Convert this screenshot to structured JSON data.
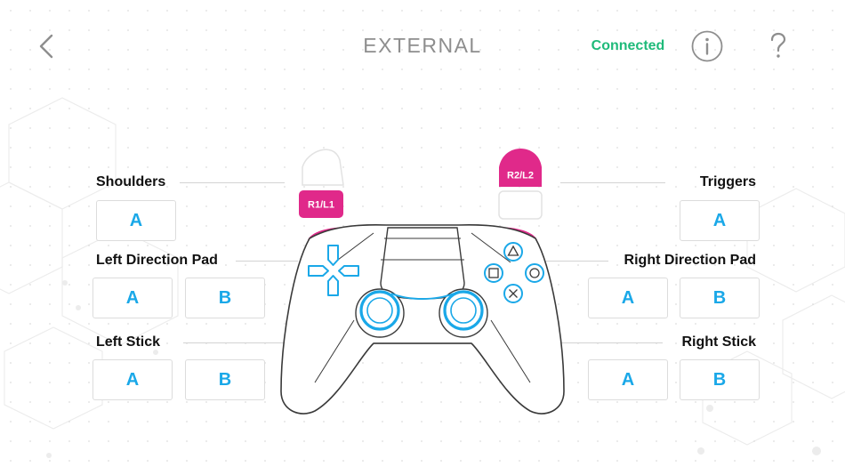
{
  "header": {
    "title": "EXTERNAL",
    "status": "Connected",
    "back_icon": "chevron-left-icon",
    "info_icon": "info-icon",
    "help_icon": "question-icon"
  },
  "colors": {
    "accent": "#1aa8e8",
    "trigger": "#e0298a",
    "connected": "#1fba7a",
    "title": "#8e8e8e"
  },
  "left_groups": [
    {
      "label": "Shoulders",
      "buttons": [
        "A"
      ]
    },
    {
      "label": "Left Direction Pad",
      "buttons": [
        "A",
        "B"
      ]
    },
    {
      "label": "Left Stick",
      "buttons": [
        "A",
        "B"
      ]
    }
  ],
  "right_groups": [
    {
      "label": "Triggers",
      "buttons": [
        "A"
      ]
    },
    {
      "label": "Right Direction Pad",
      "buttons": [
        "A",
        "B"
      ]
    },
    {
      "label": "Right Stick",
      "buttons": [
        "A",
        "B"
      ]
    }
  ],
  "controller": {
    "shoulder_tag": "R1/L1",
    "trigger_tag": "R2/L2"
  }
}
